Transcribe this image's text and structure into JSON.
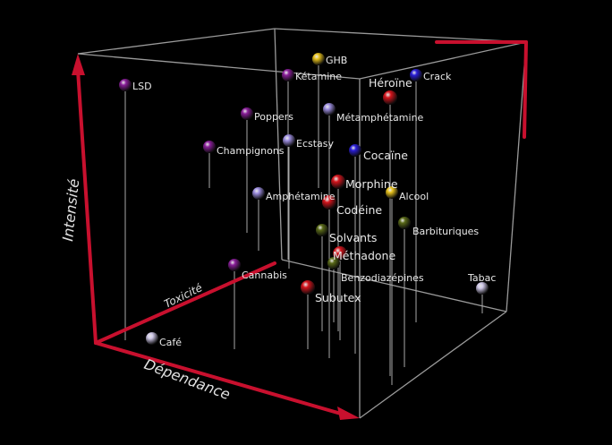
{
  "chart_data": {
    "type": "scatter",
    "dimensions": 3,
    "xlabel": "Dépendance",
    "ylabel": "Toxicité",
    "zlabel": "Intensité",
    "colors": {
      "purple": "#8a1e9a",
      "lavender": "#9d8ee0",
      "red": "#d4141c",
      "blue": "#2a1ed8",
      "yellow": "#e8c21c",
      "olive": "#5a6a18",
      "pale": "#cfc8e8",
      "axis": "#c8102e"
    },
    "points": [
      {
        "name": "LSD",
        "color": "purple"
      },
      {
        "name": "GHB",
        "color": "yellow"
      },
      {
        "name": "Kétamine",
        "color": "purple"
      },
      {
        "name": "Crack",
        "color": "blue"
      },
      {
        "name": "Héroïne",
        "color": "red"
      },
      {
        "name": "Poppers",
        "color": "purple"
      },
      {
        "name": "Métamphétamine",
        "color": "lavender"
      },
      {
        "name": "Champignons",
        "color": "purple"
      },
      {
        "name": "Ecstasy",
        "color": "lavender"
      },
      {
        "name": "Cocaïne",
        "color": "blue"
      },
      {
        "name": "Morphine",
        "color": "red"
      },
      {
        "name": "Alcool",
        "color": "yellow"
      },
      {
        "name": "Amphétamine",
        "color": "lavender"
      },
      {
        "name": "Codéine",
        "color": "red"
      },
      {
        "name": "Barbituriques",
        "color": "olive"
      },
      {
        "name": "Solvants",
        "color": "olive"
      },
      {
        "name": "Méthadone",
        "color": "red"
      },
      {
        "name": "Benzodiazépines",
        "color": "olive"
      },
      {
        "name": "Cannabis",
        "color": "purple"
      },
      {
        "name": "Tabac",
        "color": "pale"
      },
      {
        "name": "Subutex",
        "color": "red"
      },
      {
        "name": "Café",
        "color": "pale"
      }
    ]
  }
}
